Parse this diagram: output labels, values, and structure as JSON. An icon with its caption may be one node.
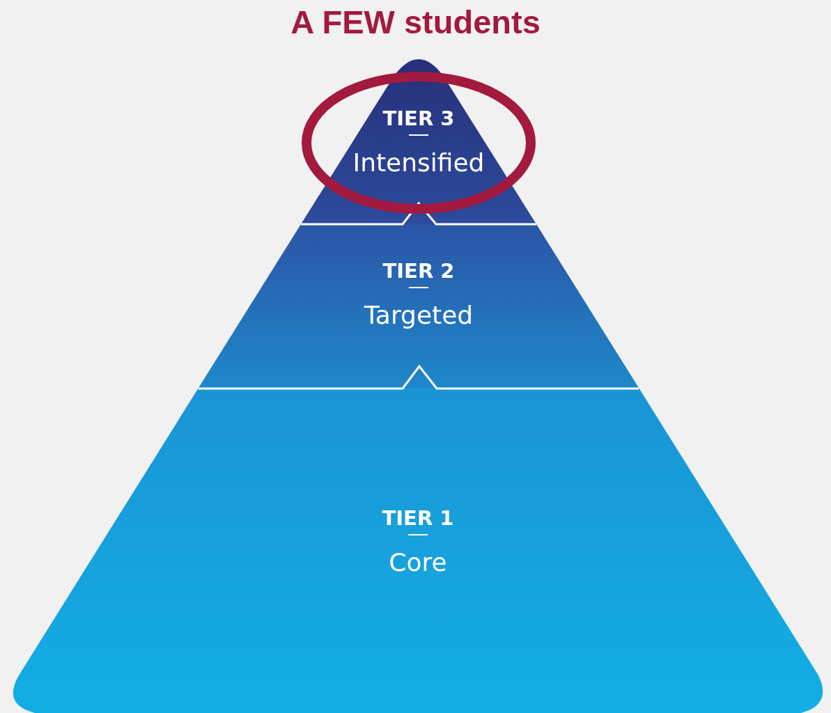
{
  "diagram": {
    "title": "A FEW students",
    "nodes": [
      {
        "text": [
          "TIER 3",
          "Intensified"
        ]
      },
      {
        "text": [
          "TIER 2",
          "Targeted"
        ]
      },
      {
        "text": [
          "TIER 1",
          "Core"
        ]
      }
    ]
  }
}
